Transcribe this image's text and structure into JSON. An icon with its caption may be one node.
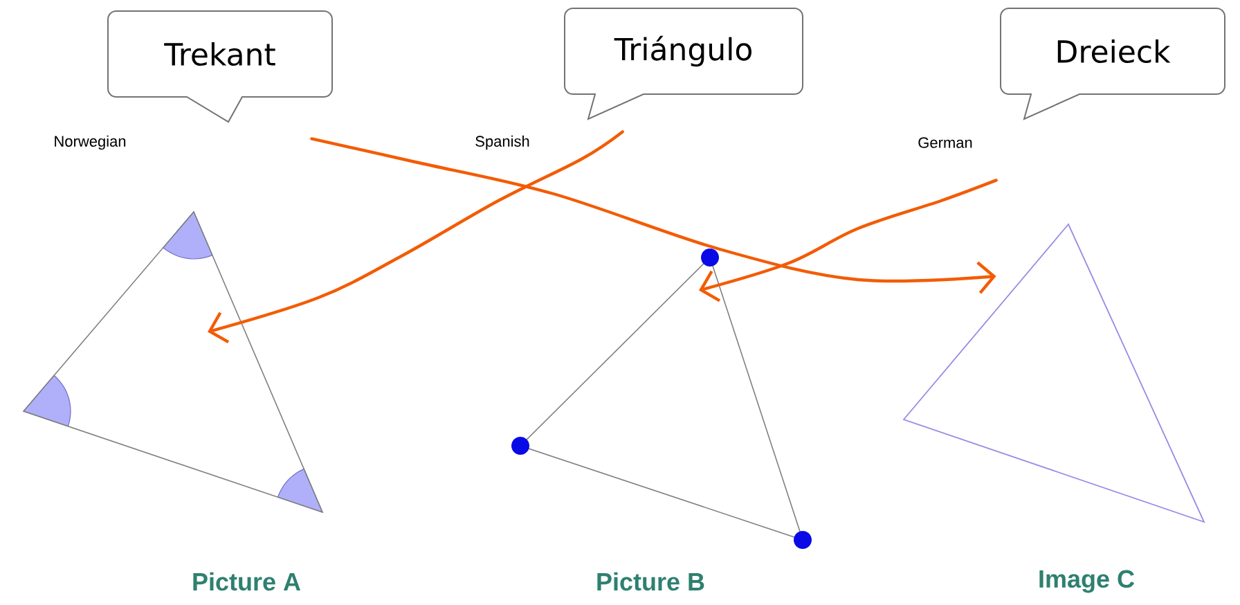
{
  "diagram": {
    "nodes": [
      {
        "text": [
          "Trekant"
        ],
        "beside": [
          "Norwegian"
        ]
      },
      {
        "text": [
          "Triángulo"
        ],
        "beside": [
          "Spanish"
        ]
      },
      {
        "text": [
          "Dreieck"
        ],
        "beside": [
          "German"
        ]
      },
      {
        "text": [],
        "shape": "triangle",
        "beside": [
          "Picture A"
        ]
      },
      {
        "text": [],
        "shape": "triangle",
        "beside": [
          "Picture B"
        ]
      },
      {
        "text": [],
        "shape": "triangle",
        "beside": [
          "Image C"
        ]
      }
    ],
    "edges": [
      {
        "from": 0,
        "to": 5,
        "arrow": "to"
      },
      {
        "from": 1,
        "to": 3,
        "arrow": "to"
      },
      {
        "from": 2,
        "to": 4,
        "arrow": "to"
      }
    ]
  }
}
